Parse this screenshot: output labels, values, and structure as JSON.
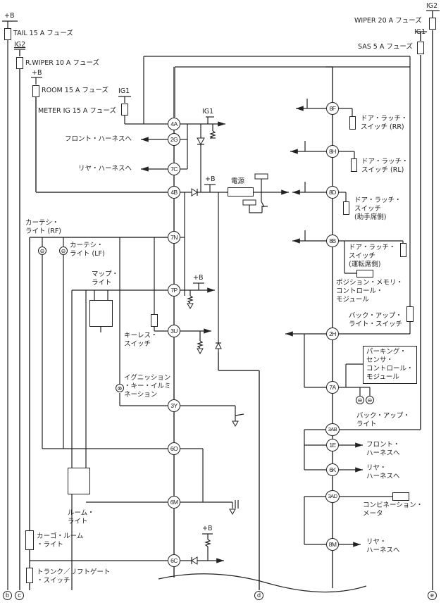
{
  "diagram": {
    "supplies": {
      "plus_b": "+B",
      "ig1": "IG1",
      "ig2": "IG2"
    },
    "fuses": {
      "tail": "TAIL 15 A フューズ",
      "r_wiper": "R.WIPER 10 A フューズ",
      "room": "ROOM 15 A フューズ",
      "meter_ig": "METER IG 15 A フューズ",
      "wiper": "WIPER 20 A フューズ",
      "sas": "SAS 5 A フューズ"
    },
    "connectors_left": [
      "4A",
      "2G",
      "7C",
      "4B",
      "7N",
      "7P",
      "3U",
      "3Y",
      "6O",
      "6M",
      "6C"
    ],
    "connectors_right": [
      "8F",
      "8H",
      "8D",
      "8B",
      "2H",
      "7A",
      "3AB",
      "1E",
      "6K",
      "3AD",
      "8M"
    ],
    "labels": {
      "front_harness": "フロント・ハーネスへ",
      "rear_harness": "リヤ・ハーネスへ",
      "power": "電源",
      "courtesy_rf_1": "カーテシ・",
      "courtesy_rf_2": "ライト (RF)",
      "courtesy_lf_1": "カーテシ・",
      "courtesy_lf_2": "ライト (LF)",
      "map_light_1": "マップ・",
      "map_light_2": "ライト",
      "keyless_1": "キーレス・",
      "keyless_2": "スイッチ",
      "ign_illum_1": "イグニッション",
      "ign_illum_2": "・キー・イルミ",
      "ign_illum_3": "ネーション",
      "room_light_1": "ルーム・",
      "room_light_2": "ライト",
      "cargo_1": "カーゴ・ルーム",
      "cargo_2": "・ライト",
      "trunk_1": "トランク／リフトゲート",
      "trunk_2": "・スイッチ",
      "door_rr_1": "ドア・ラッチ・",
      "door_rr_2": "スイッチ (RR)",
      "door_rl_1": "ドア・ラッチ・",
      "door_rl_2": "スイッチ (RL)",
      "door_pass_1": "ドア・ラッチ・",
      "door_pass_2": "スイッチ",
      "door_pass_3": "(助手席側)",
      "door_drv_1": "ドア・ラッチ・",
      "door_drv_2": "スイッチ",
      "door_drv_3": "(運転席側)",
      "pos_mem_1": "ポジション・メモリ・",
      "pos_mem_2": "コントロール・",
      "pos_mem_3": "モジュール",
      "backup_sw_1": "バック・アップ・",
      "backup_sw_2": "ライト・スイッチ",
      "parking_1": "パーキング・",
      "parking_2": "センサ・",
      "parking_3": "コントロール・",
      "parking_4": "モジュール",
      "backup_light_1": "バック・アップ・",
      "backup_light_2": "ライト",
      "front_harness_1": "フロント・",
      "harness_to": "ハーネスへ",
      "rear_1": "リヤ・",
      "combi_1": "コンビネーション・",
      "combi_2": "メータ"
    },
    "terminals": {
      "b": "b",
      "c": "c",
      "d": "d",
      "e": "e"
    }
  }
}
